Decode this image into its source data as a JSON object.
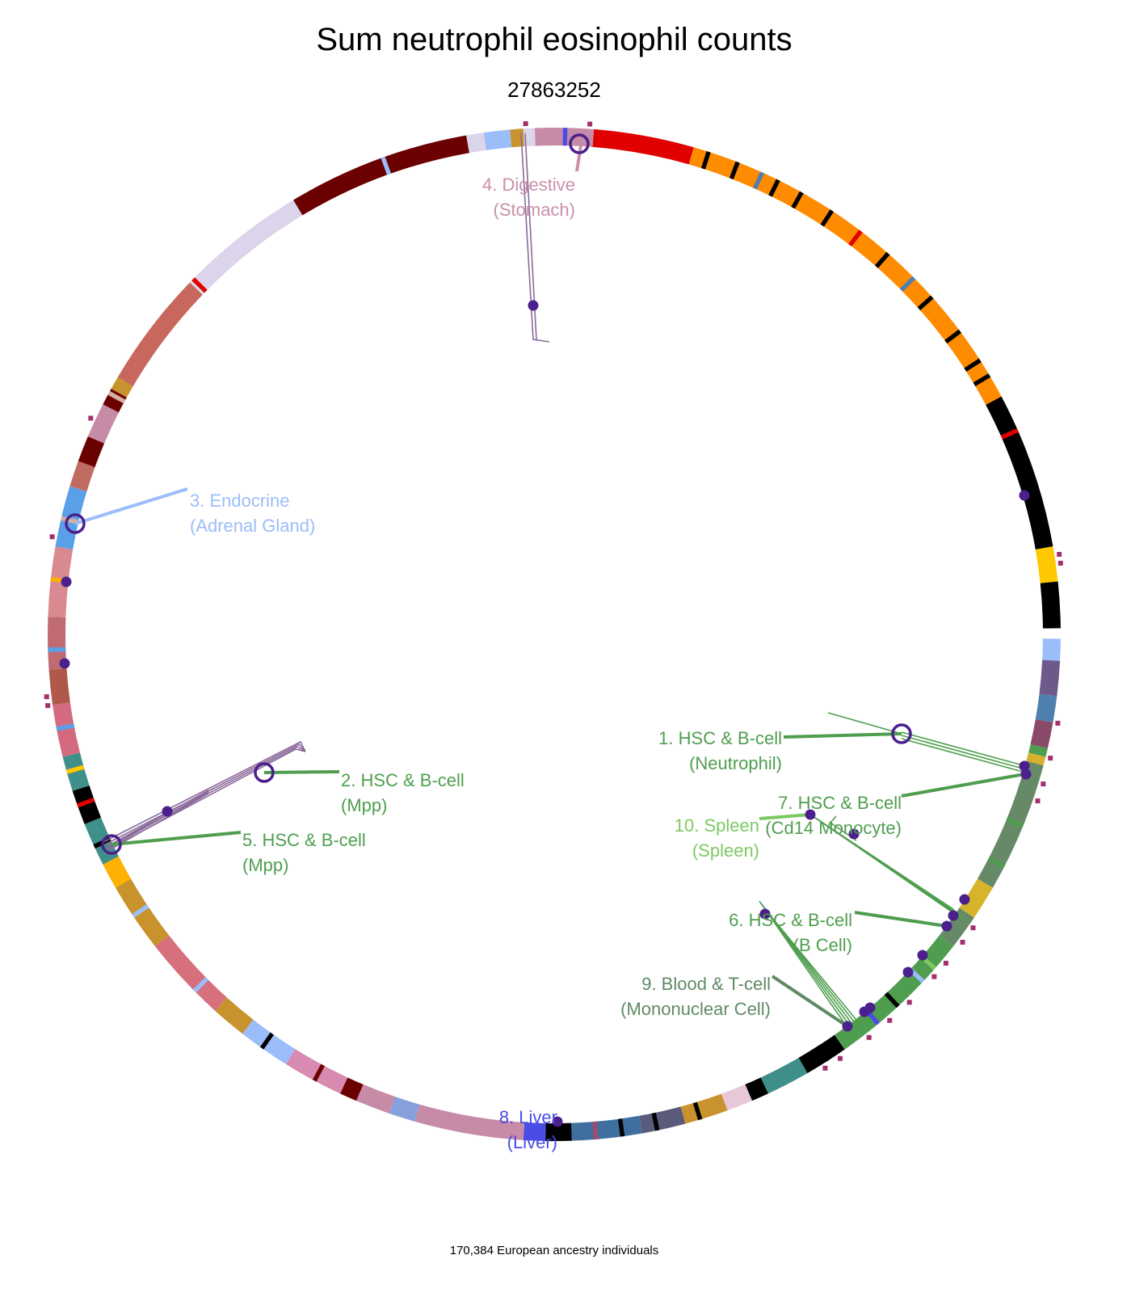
{
  "chart_data": {
    "type": "circular-manhattan",
    "title": "Sum neutrophil eosinophil counts",
    "subtitle": "27863252",
    "footer": "170,384 European ancestry individuals",
    "annotations": [
      {
        "rank": 1,
        "line1": "1. HSC & B-cell",
        "line2": "(Neutrophil)",
        "group": "HSC & B-cell",
        "tissue": "Neutrophil",
        "color": "#4f9e4f"
      },
      {
        "rank": 2,
        "line1": "2. HSC & B-cell",
        "line2": "(Mpp)",
        "group": "HSC & B-cell",
        "tissue": "Mpp",
        "color": "#4f9e4f"
      },
      {
        "rank": 3,
        "line1": "3. Endocrine",
        "line2": "(Adrenal Gland)",
        "group": "Endocrine",
        "tissue": "Adrenal Gland",
        "color": "#9bbdfa"
      },
      {
        "rank": 4,
        "line1": "4. Digestive",
        "line2": "(Stomach)",
        "group": "Digestive",
        "tissue": "Stomach",
        "color": "#c98fab"
      },
      {
        "rank": 5,
        "line1": "5. HSC & B-cell",
        "line2": "(Mpp)",
        "group": "HSC & B-cell",
        "tissue": "Mpp",
        "color": "#4f9e4f"
      },
      {
        "rank": 6,
        "line1": "6. HSC & B-cell",
        "line2": "(B Cell)",
        "group": "HSC & B-cell",
        "tissue": "B Cell",
        "color": "#4f9e4f"
      },
      {
        "rank": 7,
        "line1": "7. HSC & B-cell",
        "line2": "(Cd14 Monocyte)",
        "group": "HSC & B-cell",
        "tissue": "Cd14 Monocyte",
        "color": "#4f9e4f"
      },
      {
        "rank": 8,
        "line1": "8. Liver",
        "line2": "(Liver)",
        "group": "Liver",
        "tissue": "Liver",
        "color": "#4b4be6"
      },
      {
        "rank": 9,
        "line1": "9. Blood & T-cell",
        "line2": "(Mononuclear Cell)",
        "group": "Blood & T-cell",
        "tissue": "Mononuclear Cell",
        "color": "#5f8a64"
      },
      {
        "rank": 10,
        "line1": "10. Spleen",
        "line2": "(Spleen)",
        "group": "Spleen",
        "tissue": "Spleen",
        "color": "#7cc963"
      }
    ],
    "colors": {
      "point": "#4b1f8c",
      "tick": "#a3306e"
    }
  }
}
